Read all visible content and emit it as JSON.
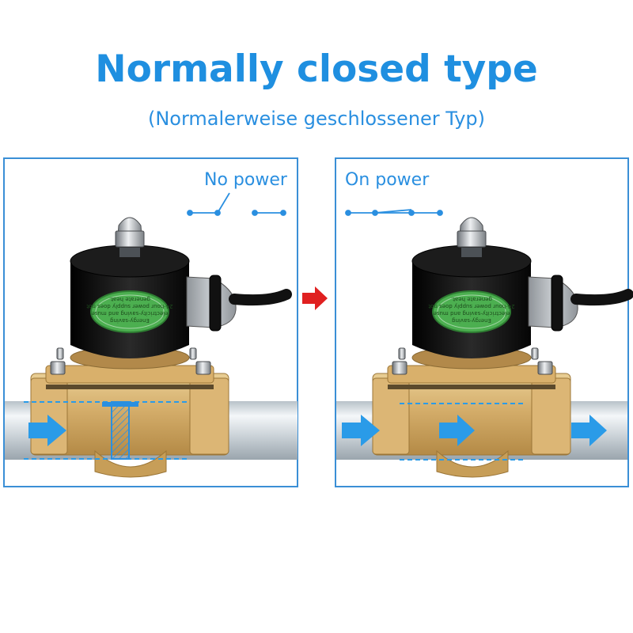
{
  "header": {
    "title": "Normally closed type",
    "subtitle": "(Normalerweise geschlossener Typ)"
  },
  "panels": [
    {
      "state_label": "No power",
      "switch_state": "open",
      "flow": "blocked",
      "badge": {
        "line1": "Energy-saving",
        "line2": "electricity-saving and muse",
        "line3": "24-hour power supply does not",
        "line4": "generate heat."
      }
    },
    {
      "state_label": "On power",
      "switch_state": "closed",
      "flow": "open",
      "badge": {
        "line1": "Energy-saving",
        "line2": "electricity-saving and muse",
        "line3": "24-hour power supply does not",
        "line4": "generate heat."
      }
    }
  ],
  "colors": {
    "accent": "#1f8fe0",
    "panel_border": "#3a8fd6",
    "flow_arrow": "#2a9be8",
    "transition_arrow": "#e02020",
    "brass": "#d2aa68",
    "coil": "#111111",
    "badge": "#4caf50"
  },
  "icons": [
    "red-transition-arrow-icon",
    "blue-flow-arrow-icon",
    "switch-open-icon",
    "switch-closed-icon"
  ]
}
